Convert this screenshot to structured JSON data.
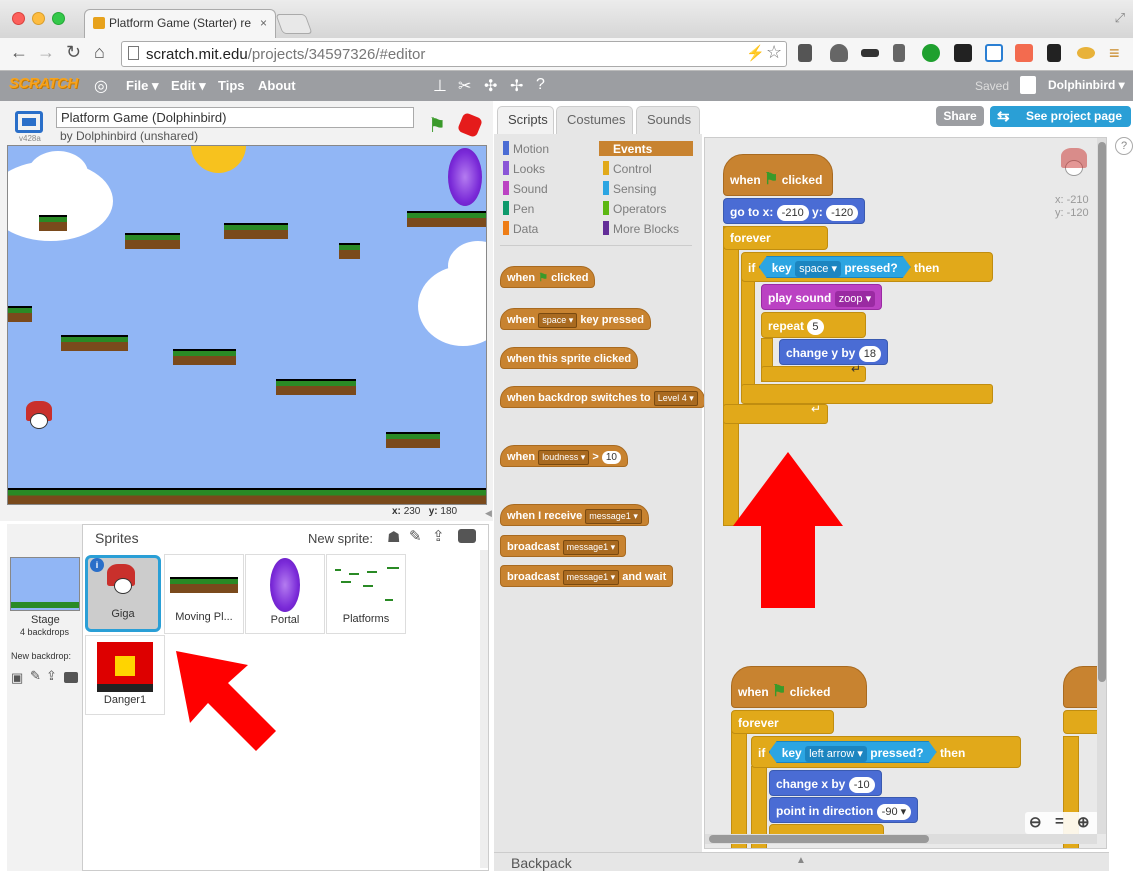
{
  "browser": {
    "tab_title": "Platform Game (Starter) re",
    "tab_close": "×",
    "url_host": "scratch.mit.edu",
    "url_path": "/projects/34597326/#editor"
  },
  "menu": {
    "logo": "SCRATCH",
    "file": "File ▾",
    "edit": "Edit ▾",
    "tips": "Tips",
    "about": "About",
    "saved": "Saved",
    "user": "Dolphinbird ▾"
  },
  "project": {
    "title": "Platform Game (Dolphinbird)",
    "by": "by Dolphinbird (unshared)",
    "version": "v428a"
  },
  "stage_coords": {
    "x_label": "x:",
    "x": "230",
    "y_label": "y:",
    "y": "180"
  },
  "sprites": {
    "heading": "Sprites",
    "new_sprite": "New sprite:",
    "stage_label": "Stage",
    "backdrops": "4 backdrops",
    "new_backdrop": "New backdrop:",
    "items": [
      {
        "name": "Giga"
      },
      {
        "name": "Moving Pl..."
      },
      {
        "name": "Portal"
      },
      {
        "name": "Platforms"
      },
      {
        "name": "Danger1"
      }
    ]
  },
  "editor_tabs": {
    "scripts": "Scripts",
    "costumes": "Costumes",
    "sounds": "Sounds"
  },
  "top_right": {
    "share": "Share",
    "see_project": "See project page"
  },
  "categories": {
    "motion": "Motion",
    "looks": "Looks",
    "sound": "Sound",
    "pen": "Pen",
    "data": "Data",
    "events": "Events",
    "control": "Control",
    "sensing": "Sensing",
    "operators": "Operators",
    "more": "More Blocks"
  },
  "palette": {
    "b1_a": "when",
    "b1_b": "clicked",
    "b2_a": "when",
    "b2_key": "space",
    "b2_b": "key pressed",
    "b3": "when this sprite clicked",
    "b4_a": "when backdrop switches to",
    "b4_v": "Level 4",
    "b5_a": "when",
    "b5_v": "loudness",
    "b5_op": ">",
    "b5_n": "10",
    "b6_a": "when I receive",
    "b6_v": "message1",
    "b7_a": "broadcast",
    "b7_v": "message1",
    "b8_a": "broadcast",
    "b8_v": "message1",
    "b8_b": "and wait"
  },
  "script1": {
    "hat_a": "when",
    "hat_b": "clicked",
    "goto": "go to x:",
    "x": "-210",
    "y_label": "y:",
    "y": "-120",
    "forever": "forever",
    "if": "if",
    "key": "key",
    "key_v": "space",
    "pressed": "pressed?",
    "then": "then",
    "play": "play sound",
    "sound_v": "zoop",
    "repeat": "repeat",
    "rep_n": "5",
    "change": "change y by",
    "change_n": "18"
  },
  "script2": {
    "hat_a": "when",
    "hat_b": "clicked",
    "forever": "forever",
    "if": "if",
    "key": "key",
    "key_v": "left arrow",
    "pressed": "pressed?",
    "then": "then",
    "change": "change x by",
    "change_n": "-10",
    "point": "point in direction",
    "dir": "-90"
  },
  "sprite_info": {
    "x": "x: -210",
    "y": "y: -120"
  },
  "backpack": "Backpack",
  "colors": {
    "annotation_arrow": "#ff0000",
    "events": "#c88330",
    "motion": "#4a6cd4",
    "control": "#e1a91a"
  }
}
